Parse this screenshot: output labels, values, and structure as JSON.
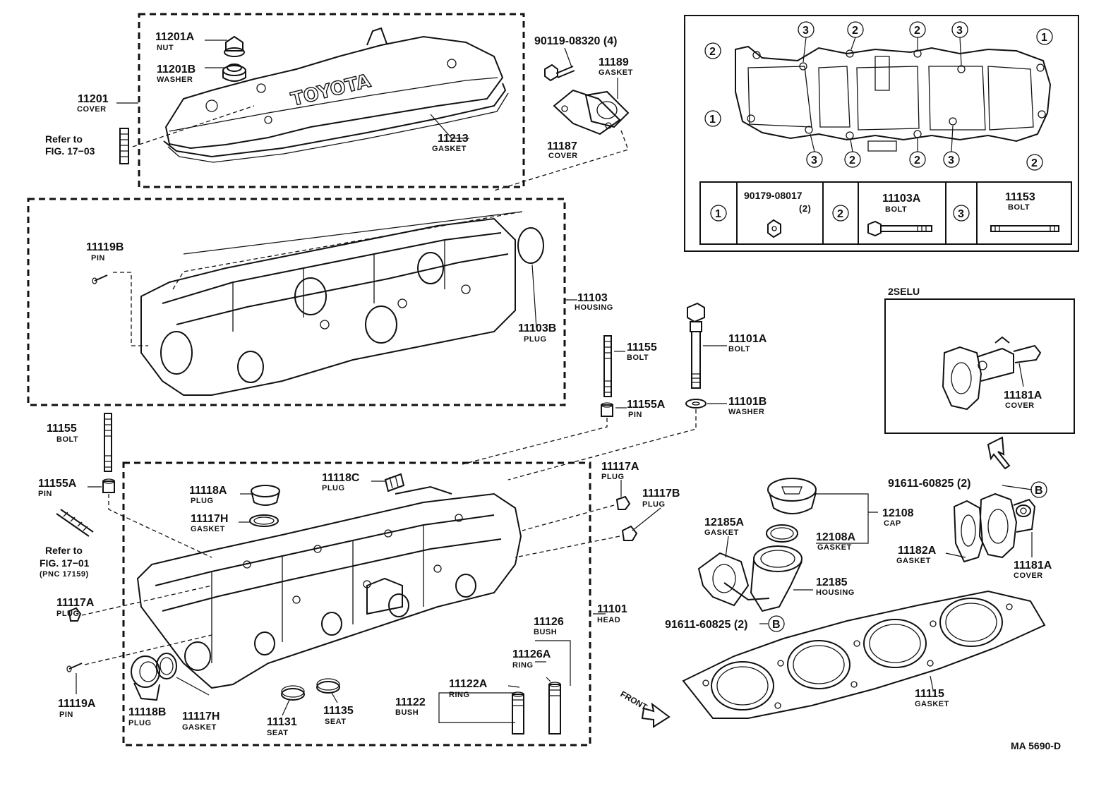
{
  "parts": {
    "nut_11201a": {
      "number": "11201A",
      "name": "NUT"
    },
    "washer_11201b": {
      "number": "11201B",
      "name": "WASHER"
    },
    "cover_11201": {
      "number": "11201",
      "name": "COVER"
    },
    "refer_fig_17_03": {
      "line1": "Refer to",
      "line2": "FIG. 17−03"
    },
    "gasket_11213": {
      "number": "11213",
      "name": "GASKET"
    },
    "bolt_90119": {
      "number": "90119-08320 (4)"
    },
    "gasket_11189": {
      "number": "11189",
      "name": "GASKET"
    },
    "cover_11187": {
      "number": "11187",
      "name": "COVER"
    },
    "pin_11119b": {
      "number": "11119B",
      "name": "PIN"
    },
    "housing_11103": {
      "number": "11103",
      "name": "HOUSING"
    },
    "plug_11103b": {
      "number": "11103B",
      "name": "PLUG"
    },
    "bolt_11155_right": {
      "number": "11155",
      "name": "BOLT"
    },
    "pin_11155a_right": {
      "number": "11155A",
      "name": "PIN"
    },
    "bolt_11101a": {
      "number": "11101A",
      "name": "BOLT"
    },
    "washer_11101b": {
      "number": "11101B",
      "name": "WASHER"
    },
    "bolt_11155_left": {
      "number": "11155",
      "name": "BOLT"
    },
    "pin_11155a_left": {
      "number": "11155A",
      "name": "PIN"
    },
    "refer_fig_17_01": {
      "line1": "Refer to",
      "line2": "FIG. 17−01",
      "line3": "(PNC 17159)"
    },
    "plug_11117a_left": {
      "number": "11117A",
      "name": "PLUG"
    },
    "pin_11119a": {
      "number": "11119A",
      "name": "PIN"
    },
    "plug_11118b": {
      "number": "11118B",
      "name": "PLUG"
    },
    "gasket_11117h_bottom": {
      "number": "11117H",
      "name": "GASKET"
    },
    "seat_11131": {
      "number": "11131",
      "name": "SEAT"
    },
    "seat_11135": {
      "number": "11135",
      "name": "SEAT"
    },
    "bush_11122": {
      "number": "11122",
      "name": "BUSH"
    },
    "ring_11122a": {
      "number": "11122A",
      "name": "RING"
    },
    "bush_11126": {
      "number": "11126",
      "name": "BUSH"
    },
    "ring_11126a": {
      "number": "11126A",
      "name": "RING"
    },
    "head_11101": {
      "number": "11101",
      "name": "HEAD"
    },
    "plug_11118a": {
      "number": "11118A",
      "name": "PLUG"
    },
    "gasket_11117h_top": {
      "number": "11117H",
      "name": "GASKET"
    },
    "plug_11118c": {
      "number": "11118C",
      "name": "PLUG"
    },
    "plug_11117a_right": {
      "number": "11117A",
      "name": "PLUG"
    },
    "plug_11117b": {
      "number": "11117B",
      "name": "PLUG"
    },
    "gasket_12185a": {
      "number": "12185A",
      "name": "GASKET"
    },
    "cap_12108": {
      "number": "12108",
      "name": "CAP"
    },
    "gasket_12108a": {
      "number": "12108A",
      "name": "GASKET"
    },
    "housing_12185": {
      "number": "12185",
      "name": "HOUSING"
    },
    "bolt_91611_lower": {
      "number": "91611-60825 (2)",
      "marker": "B"
    },
    "bolt_91611_upper": {
      "number": "91611-60825 (2)",
      "marker": "B"
    },
    "gasket_11182a": {
      "number": "11182A",
      "name": "GASKET"
    },
    "cover_11181a_lower": {
      "number": "11181A",
      "name": "COVER"
    },
    "gasket_11115": {
      "number": "11115",
      "name": "GASKET"
    },
    "cover_11181a_inset": {
      "number": "11181A",
      "name": "COVER"
    }
  },
  "inset_2selu": {
    "title": "2SELU"
  },
  "bolt_layout": {
    "markers_top": [
      "3",
      "2",
      "2",
      "3",
      "1"
    ],
    "markers_bottom": [
      "3",
      "2",
      "2",
      "3",
      "2"
    ],
    "marker_left_top": "2",
    "marker_left_mid": "1",
    "legend": [
      {
        "marker": "1",
        "number": "90179-08017",
        "qty": "(2)"
      },
      {
        "marker": "2",
        "number": "11103A",
        "name": "BOLT"
      },
      {
        "marker": "3",
        "number": "11153",
        "name": "BOLT"
      }
    ]
  },
  "front_label": "FRONT",
  "figure_code": "MA 5690-D",
  "logo_text": "TOYOTA"
}
